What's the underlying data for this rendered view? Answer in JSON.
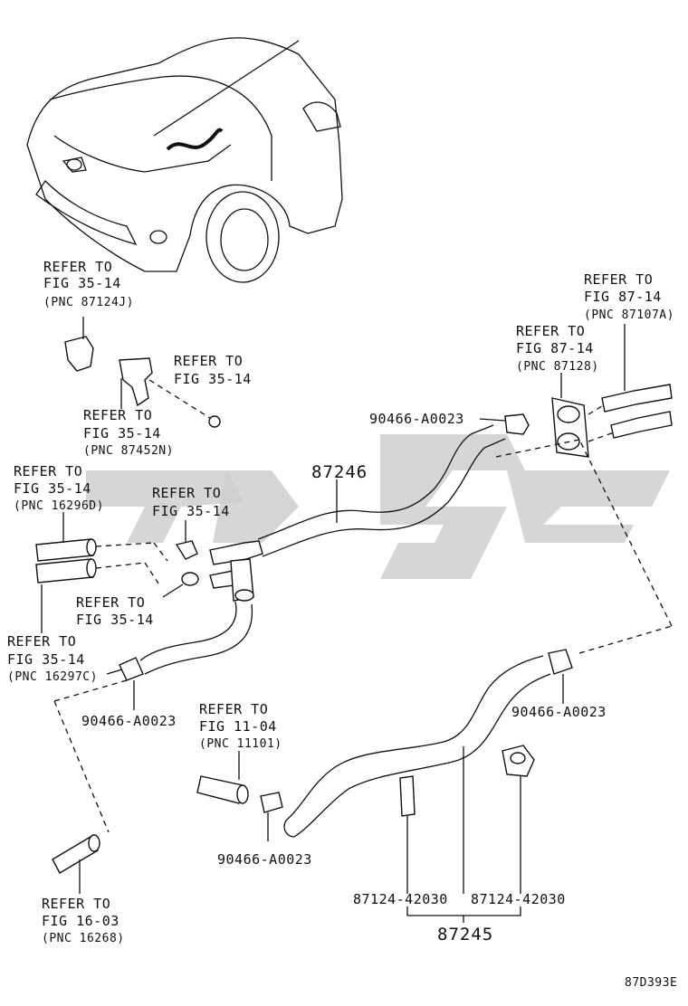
{
  "labels": {
    "ref_87124j": [
      "REFER TO",
      "FIG 35-14",
      "(PNC 87124J)"
    ],
    "ref_35_14_bolt": [
      "REFER TO",
      "FIG 35-14"
    ],
    "ref_87452n": [
      "REFER TO",
      "FIG 35-14",
      "(PNC 87452N)"
    ],
    "ref_87107a": [
      "REFER TO",
      "FIG 87-14",
      "(PNC 87107A)"
    ],
    "ref_87128": [
      "REFER TO",
      "FIG 87-14",
      "(PNC 87128)"
    ],
    "ref_16296d": [
      "REFER TO",
      "FIG 35-14",
      "(PNC 16296D)"
    ],
    "ref_35_14_clip_upper": [
      "REFER TO",
      "FIG 35-14"
    ],
    "ref_35_14_clip_lower": [
      "REFER TO",
      "FIG 35-14"
    ],
    "ref_16297c": [
      "REFER TO",
      "FIG 35-14",
      "(PNC 16297C)"
    ],
    "ref_11101": [
      "REFER TO",
      "FIG 11-04",
      "(PNC 11101)"
    ],
    "ref_16268": [
      "REFER TO",
      "FIG 16-03",
      "(PNC 16268)"
    ]
  },
  "parts": {
    "clamp_top": "90466-A0023",
    "hose_upper": "87246",
    "clamp_left": "90466-A0023",
    "clamp_right": "90466-A0023",
    "clamp_bottom": "90466-A0023",
    "clip_a": "87124-42030",
    "clip_b": "87124-42030",
    "hose_lower": "87245"
  },
  "diagram_code": "87D393E"
}
